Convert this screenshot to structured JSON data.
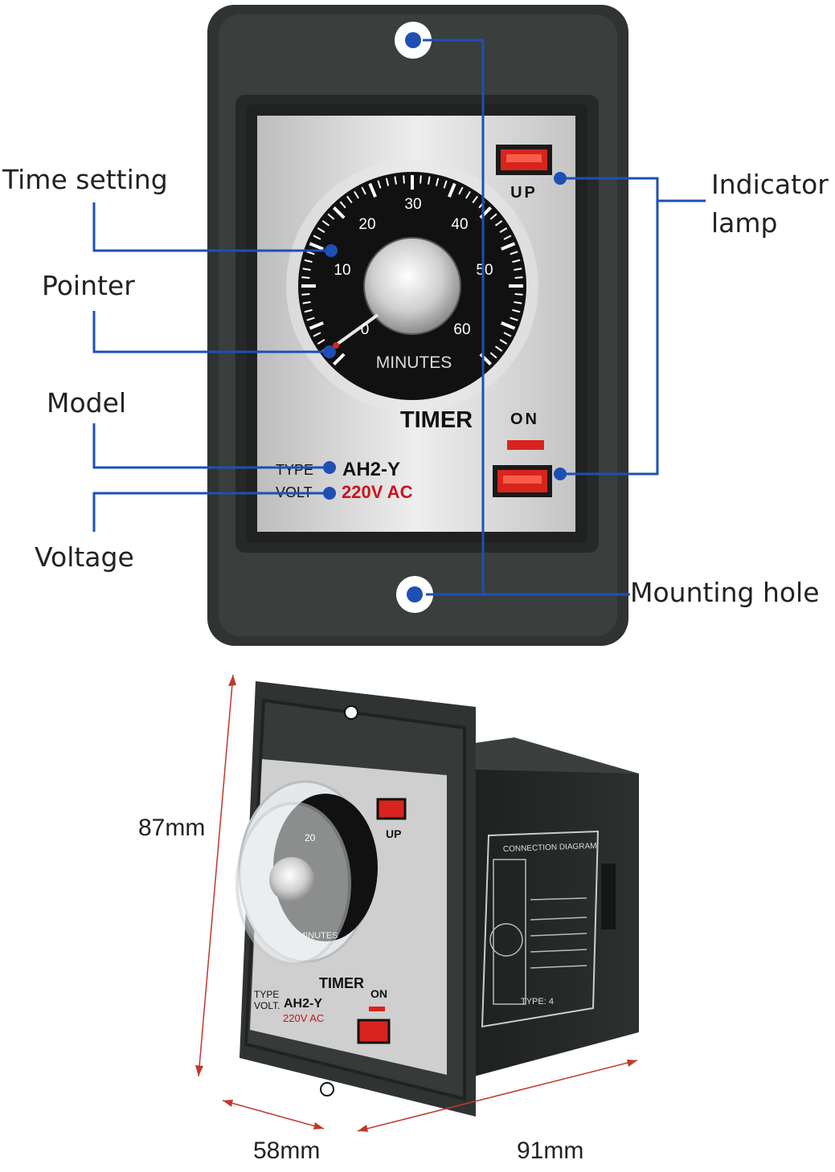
{
  "callouts": {
    "time_setting": "Time setting",
    "pointer": "Pointer",
    "model": "Model",
    "voltage": "Voltage",
    "indicator_lamp_line1": "Indicator",
    "indicator_lamp_line2": "lamp",
    "mounting_hole": "Mounting hole"
  },
  "faceplate": {
    "up_label": "UP",
    "on_label": "ON",
    "timer_label": "TIMER",
    "type_label": "TYPE",
    "volt_label": "VOLT",
    "model": "AH2-Y",
    "voltage": "220V  AC",
    "dial_unit": "MINUTES",
    "dial_numbers": [
      "0",
      "10",
      "20",
      "30",
      "40",
      "50",
      "60"
    ]
  },
  "side_view": {
    "up_label": "UP",
    "on_label": "ON",
    "timer_label": "TIMER",
    "type_label": "TYPE",
    "volt_label": "VOLT.",
    "model": "AH2-Y",
    "voltage": "220V AC",
    "dial_unit": "MINUTES",
    "dial_number": "20",
    "diagram_title": "CONNECTION DIAGRAM",
    "diagram_type": "TYPE: 4"
  },
  "dimensions": {
    "height": "87mm",
    "width": "58mm",
    "depth": "91mm"
  },
  "colors": {
    "callout_line": "#1f4fb5",
    "housing": "#2f3331",
    "faceplate": "#d9d9d9",
    "lamp": "#d8241c",
    "dimension_line": "#c0392b",
    "accent_red": "#c8141e"
  }
}
